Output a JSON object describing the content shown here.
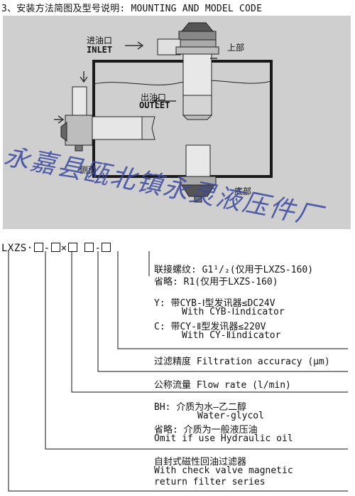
{
  "heading": "3、安装方法简图及型号说明: MOUNTING AND MODEL CODE",
  "diagram": {
    "inlet_cn": "进油口",
    "inlet_en": "INLET",
    "outlet_cn": "出油口",
    "outlet_en": "OUTLET",
    "top_label": "上部",
    "side_label": "侧面",
    "bottom_label": "底部",
    "watermark": "永嘉县瓯北镇永灵液压件厂"
  },
  "code": {
    "prefix": "LXZS·",
    "sep1": "-",
    "sep2": "×",
    "sep3": "-"
  },
  "items": {
    "thread_cn": "联接螺纹: G1¹/₂(仅用于LXZS-160)",
    "thread_omit": "省略: R1(仅用于LXZS-160)",
    "y_cn": "Y: 带CYB-Ⅰ型发讯器≤DC24V",
    "y_en": "With CYB-Ⅰindicator",
    "c_cn": "C: 带CY-Ⅱ型发讯器≤220V",
    "c_en": "With CY-Ⅱindicator",
    "accuracy": "过滤精度  Filtration accuracy (μm)",
    "flow": "公称流量 Flow rate  (l/min)",
    "bh_cn": "BH: 介质为水—乙二醇",
    "bh_en": "Water-glycol",
    "bh_omit": "省略: 介质为一般液压油",
    "bh_omit_en": "Omit if use Hydraulic oil",
    "series_cn": "自封式磁性回油过滤器",
    "series_en1": "With check valve magnetic",
    "series_en2": "return filter series"
  }
}
